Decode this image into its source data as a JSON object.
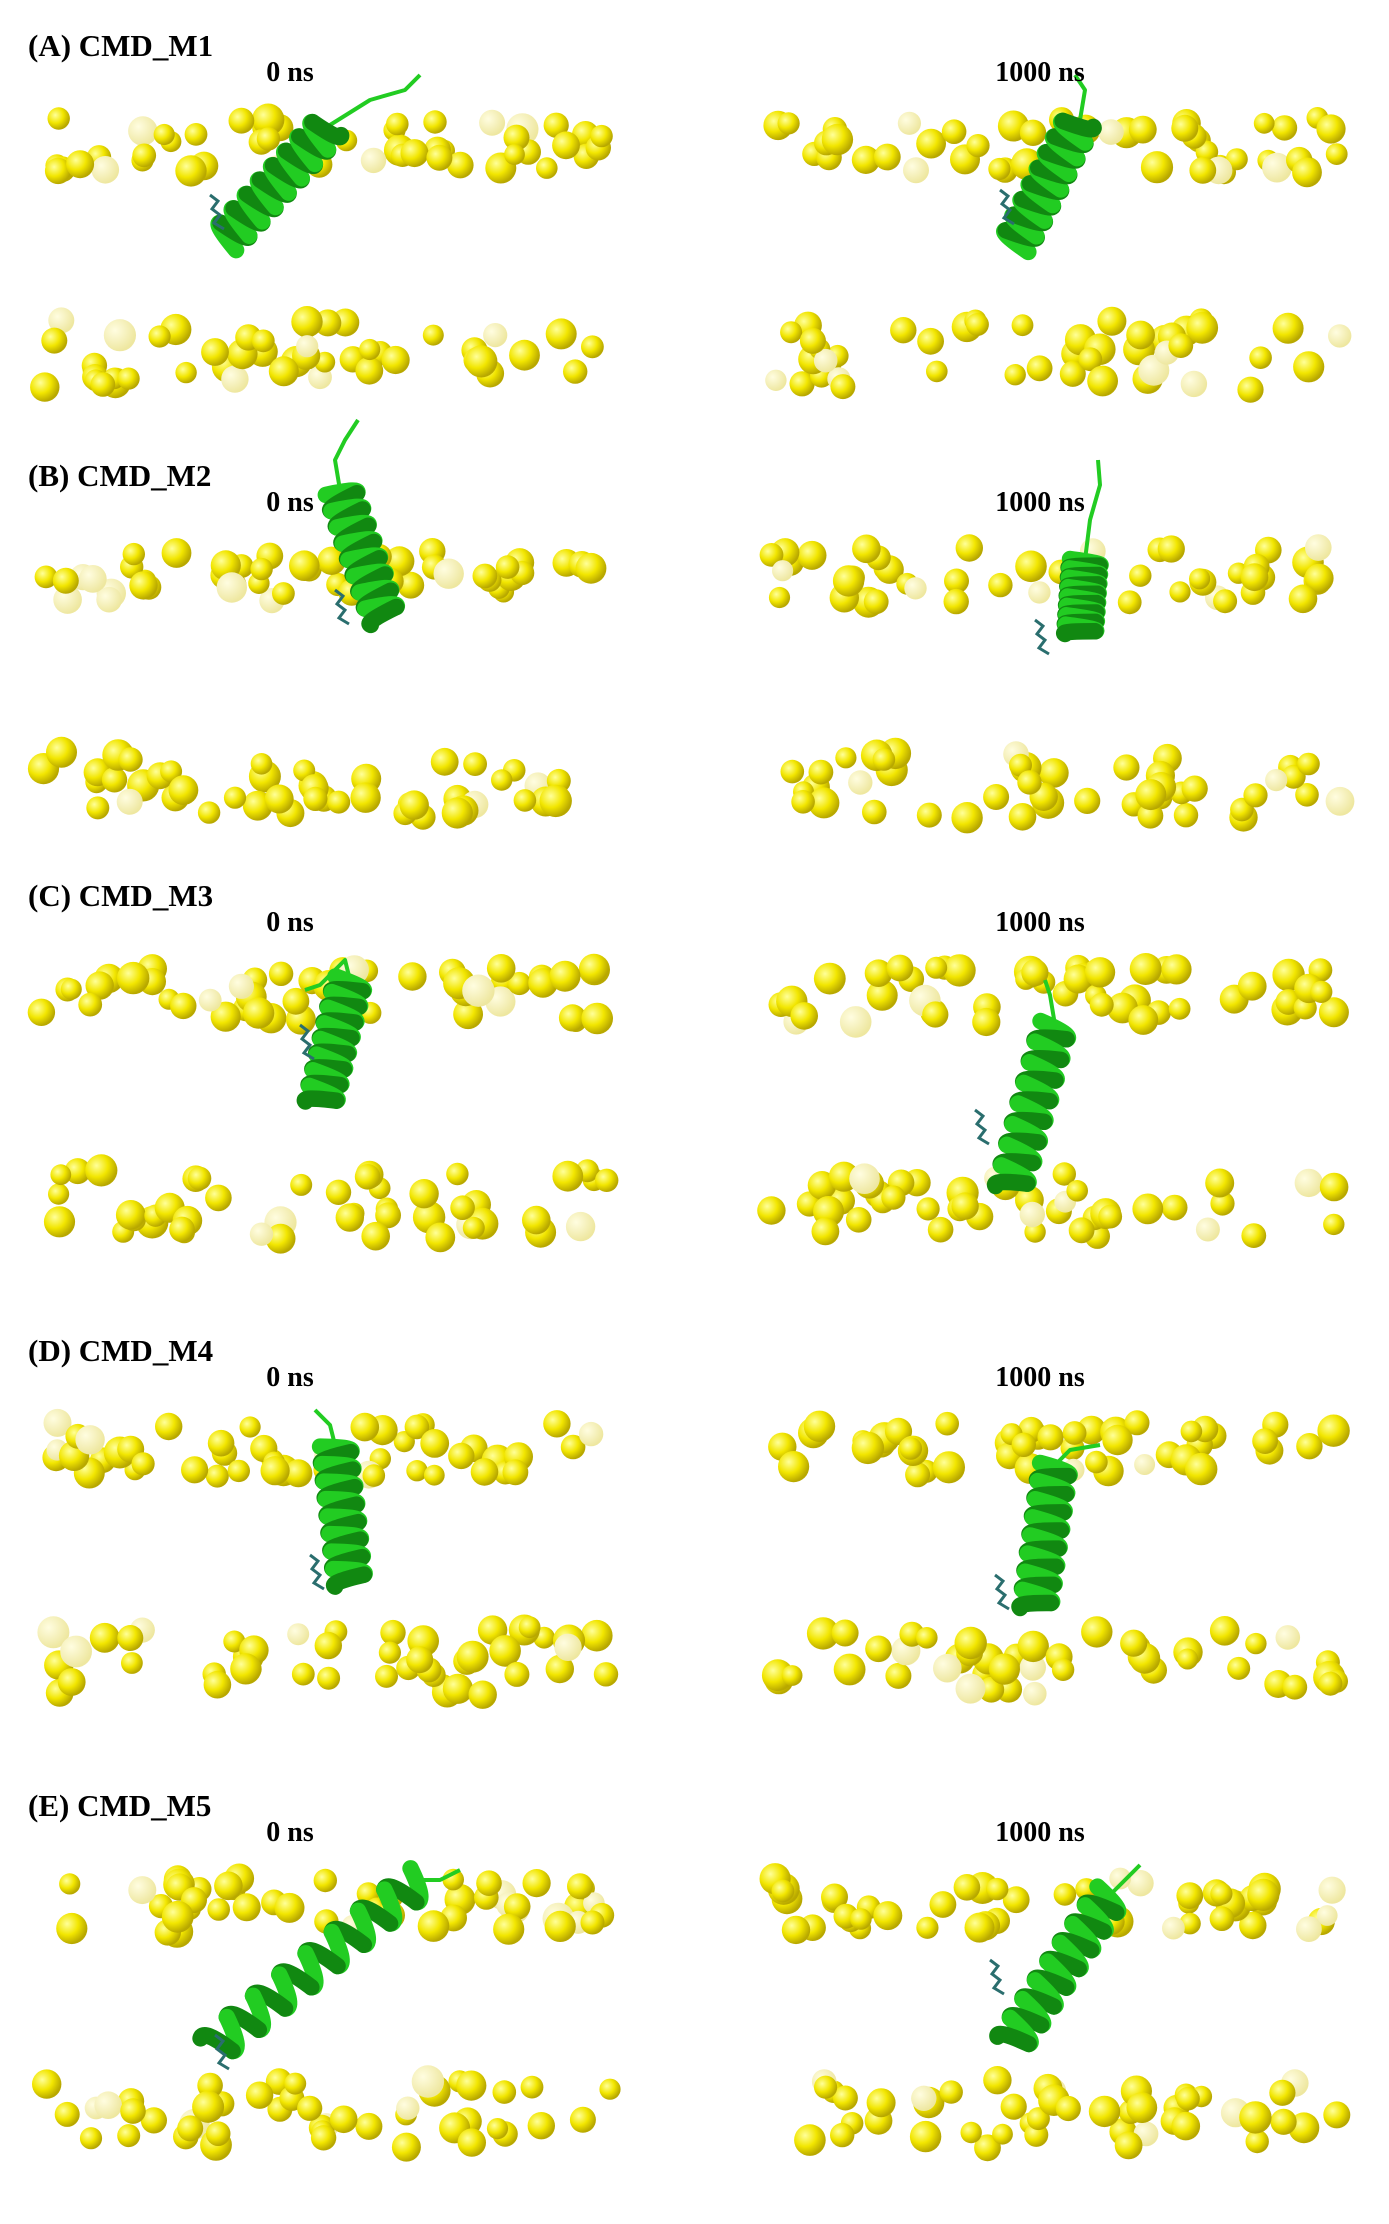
{
  "panels": [
    {
      "label": "(A) CMD_M1",
      "left_time": "0 ns",
      "right_time": "1000 ns"
    },
    {
      "label": "(B) CMD_M2",
      "left_time": "0 ns",
      "right_time": "1000 ns"
    },
    {
      "label": "(C) CMD_M3",
      "left_time": "0 ns",
      "right_time": "1000 ns"
    },
    {
      "label": "(D) CMD_M4",
      "left_time": "0 ns",
      "right_time": "1000 ns"
    },
    {
      "label": "(E) CMD_M5",
      "left_time": "0 ns",
      "right_time": "1000 ns"
    }
  ],
  "colors": {
    "phosphate_sphere": "#f2e600",
    "phosphate_sphere_shadow": "#b8a800",
    "helix": "#22cc22",
    "helix_dark": "#118811",
    "ligand": "#2a6e6e"
  }
}
